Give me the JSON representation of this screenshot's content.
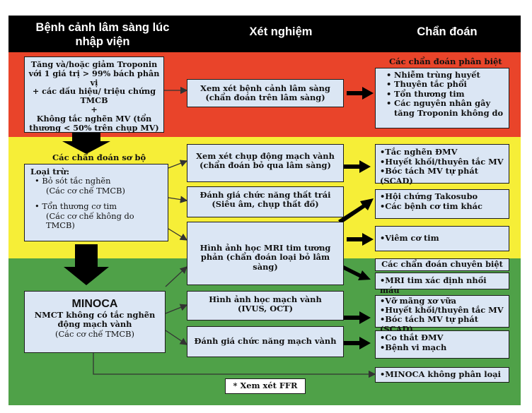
{
  "header": {
    "col1": "Bệnh cảnh lâm sàng lúc nhập viện",
    "col2": "Xét nghiệm",
    "col3": "Chẩn đoán"
  },
  "colors": {
    "header": "#000000",
    "red_band": "#e9442a",
    "yellow_band": "#f6ee37",
    "green_band": "#4fa148",
    "box": "#dbe6f4"
  },
  "presentation": {
    "line1": "Tăng và/hoặc giảm Troponin",
    "line2": "với 1 giá trị > 99% bách phân vị",
    "line3": "+ các dấu hiệu/ triệu chứng",
    "line4": "TMCB",
    "line5": "+",
    "line6": "Không tắc nghẽn MV (tổn",
    "line7": "thương < 50% trên chụp MV)"
  },
  "red": {
    "test": "Xem xét bệnh cảnh lâm sàng (chẩn đoán trên lâm sàng)",
    "dx_title": "Các chẩn đoán phân biệt",
    "dx_items": [
      "Nhiễm trùng huyết",
      "Thuyên tắc phổi",
      "Tổn thương tim",
      "Các nguyên nhân gây tăng Troponin không do"
    ]
  },
  "yellow": {
    "section_title": "Các chẩn đoán sơ bộ",
    "exclude_title": "Loại trừ:",
    "exclude_item1": "Bỏ sót tắc nghẽn",
    "exclude_item1_sub": "(Các cơ chế TMCB)",
    "exclude_item2": "Tổn thương cơ tim",
    "exclude_item2_sub": "(Các cơ chế không do TMCB)",
    "test1": "Xem xét chụp động mạch vành (chẩn đoán bỏ qua lâm sàng)",
    "test2": "Đánh giá chức năng thất trái (Siêu âm, chụp thất đồ)",
    "dx1": [
      "Tắc nghẽn ĐMV",
      "Huyết khối/thuyên tắc MV",
      "Bóc tách MV tự phát (SCAD)"
    ],
    "dx2": [
      "Hội chứng Takosubo",
      "Các bệnh cơ tim khác"
    ],
    "dx3": [
      "Viêm cơ tim"
    ]
  },
  "shared": {
    "mri_test": "Hình ảnh học MRI tim tương phản (chẩn đoán loại bỏ lâm sàng)"
  },
  "green": {
    "minoca_title": "MINOCA",
    "minoca_line1": "NMCT không có tắc nghẽn động mạch vành",
    "minoca_line2": "(Các cơ chế TMCB)",
    "dx_title": "Các chẩn đoán chuyên biệt",
    "dx_mri": "MRI tim xác định nhồi máu",
    "test_ivus": "Hình ảnh học mạch vành (IVUS, OCT)",
    "test_func": "Đánh giá chức năng mạch vành",
    "dx_ivus": [
      "Vỡ mãng xơ vữa",
      "Huyết khối/thuyên tắc MV",
      "Bóc tách MV tự phát (SCAD)"
    ],
    "dx_func": [
      "Co thắt ĐMV",
      "Bệnh vi mạch"
    ],
    "dx_unclassified": "MINOCA không phân loại",
    "ffr_note": "* Xem xét FFR"
  }
}
